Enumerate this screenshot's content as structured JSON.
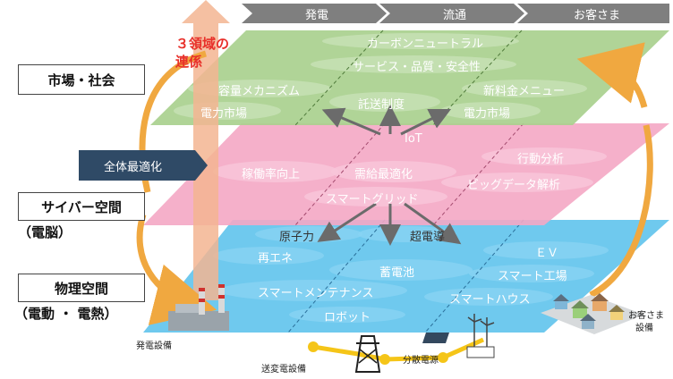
{
  "header": {
    "segments": [
      "発電",
      "流通",
      "お客さま"
    ]
  },
  "layers": {
    "market_society": "市場・社会",
    "cyber": "サイバー空間",
    "cyber_sub": "（電脳）",
    "physical": "物理空間",
    "physical_sub": "（電動 ・ 電熱）"
  },
  "left_arrow": "全体最適化",
  "collab": {
    "line1": "３領域の",
    "line2": "連係"
  },
  "green_items": {
    "carbon": "カーボンニュートラル",
    "service": "サービス・品質・安全性",
    "capacity": "容量メカニズム",
    "power_market_1": "電力市場",
    "wheeling": "託送制度",
    "new_tariff": "新料金メニュー",
    "power_market_2": "電力市場"
  },
  "pink_items": {
    "iot": "IoT",
    "utilization": "稼働率向上",
    "demand_opt": "需給最適化",
    "behavior": "行動分析",
    "big_data": "ビッグデータ解析",
    "smart_grid": "スマートグリッド"
  },
  "blue_items": {
    "nuclear": "原子力",
    "superconduct": "超電導",
    "renewable": "再エネ",
    "ev": "ＥＶ",
    "storage": "蓄電池",
    "smart_factory": "スマート工場",
    "smart_maint": "スマートメンテナンス",
    "smart_house": "スマートハウス",
    "robot": "ロボット"
  },
  "bottom": {
    "generation": "発電設備",
    "transmission": "送変電設備",
    "distributed": "分散電源",
    "customer_line1": "お客さま",
    "customer_line2": "設備"
  },
  "colors": {
    "header": "#7f7f7f",
    "green": "#a9d08e",
    "pink": "#f4a7c4",
    "blue": "#5fc3ec",
    "orange": "#f0a840",
    "arrow_gray": "#6b6b6b",
    "navy": "#2f4a66",
    "red_text": "#e8302a",
    "up_arrow": "#f3b592"
  }
}
